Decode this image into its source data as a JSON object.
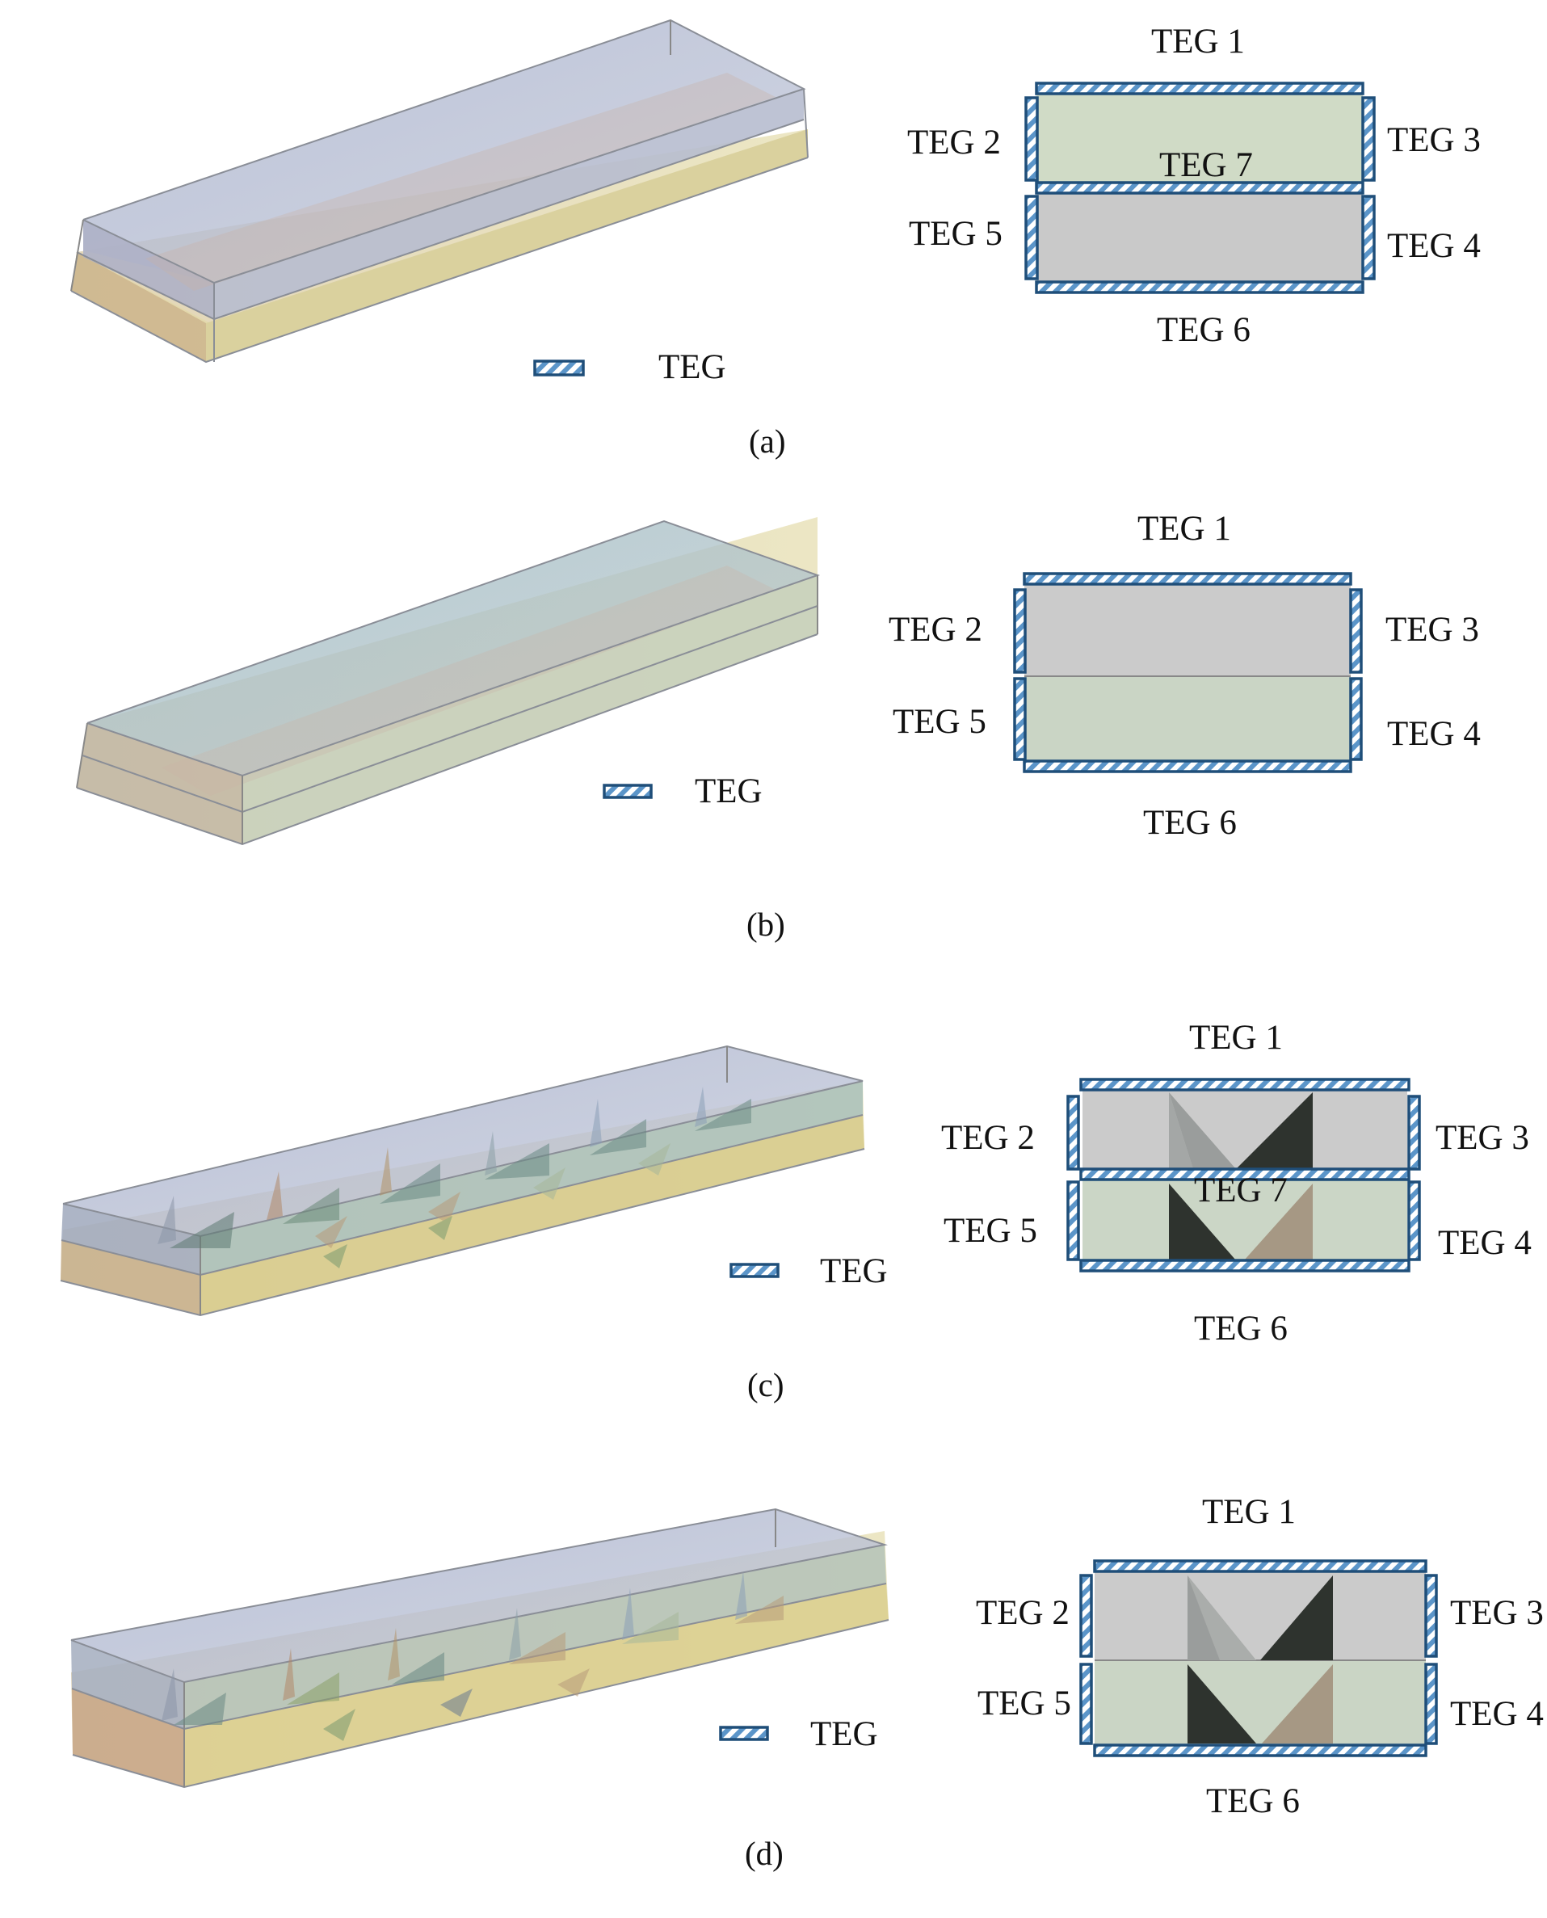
{
  "legend": {
    "label": "TEG"
  },
  "panels": [
    {
      "caption": "(a)",
      "labels": {
        "teg1": "TEG 1",
        "teg2": "TEG 2",
        "teg3": "TEG 3",
        "teg4": "TEG 4",
        "teg5": "TEG 5",
        "teg6": "TEG 6",
        "teg7": "TEG 7"
      },
      "colors": {
        "top_channel": "#d0dbc6",
        "bottom_channel": "#c9c9c9"
      }
    },
    {
      "caption": "(b)",
      "labels": {
        "teg1": "TEG 1",
        "teg2": "TEG 2",
        "teg3": "TEG 3",
        "teg4": "TEG 4",
        "teg5": "TEG 5",
        "teg6": "TEG 6"
      },
      "colors": {
        "top_channel": "#cbcbcb",
        "bottom_channel": "#cad5c5"
      }
    },
    {
      "caption": "(c)",
      "labels": {
        "teg1": "TEG 1",
        "teg2": "TEG 2",
        "teg3": "TEG 3",
        "teg4": "TEG 4",
        "teg5": "TEG 5",
        "teg6": "TEG 6",
        "teg7": "TEG 7"
      },
      "colors": {
        "top_channel": "#cbcbcb",
        "bottom_channel": "#cbd6c6",
        "dark_fin": "#2e332e",
        "mid_fin": "#9a9d9c",
        "tan_fin": "#a69884"
      }
    },
    {
      "caption": "(d)",
      "labels": {
        "teg1": "TEG 1",
        "teg2": "TEG 2",
        "teg3": "TEG 3",
        "teg4": "TEG 4",
        "teg5": "TEG 5",
        "teg6": "TEG 6"
      },
      "colors": {
        "top_channel": "#cbcbcb",
        "bottom_channel": "#cad5c5",
        "dark_fin": "#2e332e",
        "mid_fin": "#9a9d9c",
        "tan_fin": "#a69884"
      }
    }
  ],
  "colors": {
    "teg_stripe": "#5b95c9",
    "teg_border": "#1f4e79",
    "box_blue": "#b8bfd6",
    "box_yellow": "#e4ddb0"
  }
}
